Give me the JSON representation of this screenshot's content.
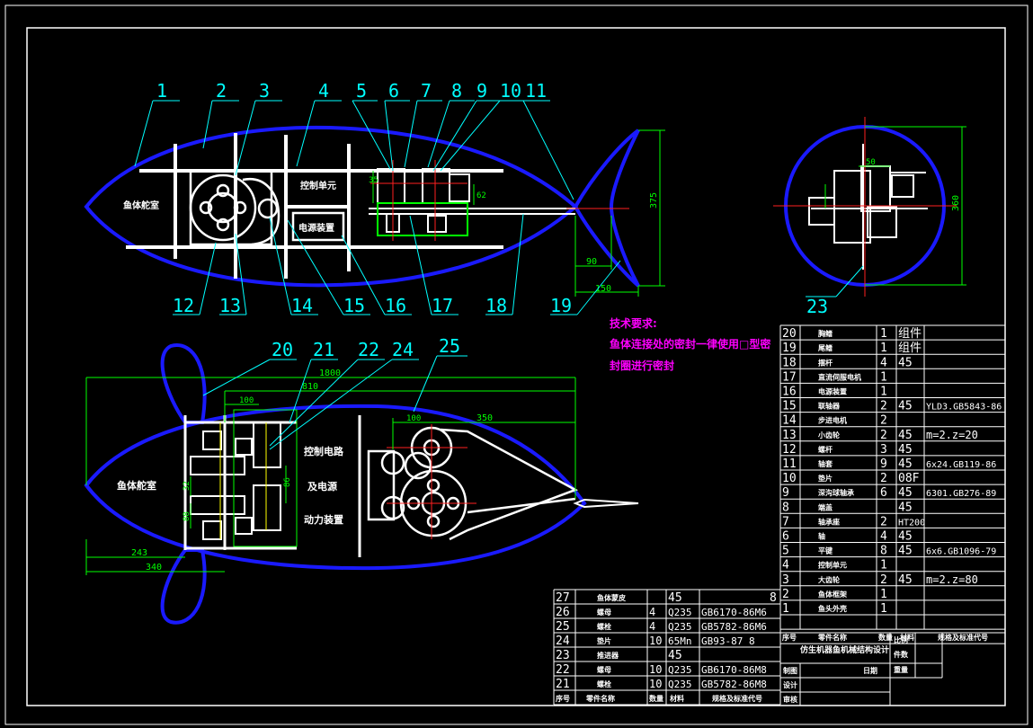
{
  "colors": {
    "background": "#000000",
    "frame": "#ffffff",
    "outline": "#1a1aff",
    "leader": "#00ffff",
    "dimension": "#00ff00",
    "center": "#ff2020",
    "note": "#ff00ff",
    "part": "#ffffff",
    "hidden": "#ffff00"
  },
  "balloons": {
    "top": [
      "1",
      "2",
      "3",
      "4",
      "5",
      "6",
      "7",
      "8",
      "9",
      "10",
      "11"
    ],
    "bottom": [
      "12",
      "13",
      "14",
      "15",
      "16",
      "17",
      "18",
      "19"
    ],
    "section": [
      "23"
    ],
    "plan": [
      "20",
      "21",
      "22",
      "24",
      "25"
    ]
  },
  "side_view_labels": {
    "head": "鱼体舵室",
    "control": "控制单元",
    "power": "电源装置"
  },
  "plan_view_labels": {
    "head": "鱼体舵室",
    "ctrl1": "控制电路",
    "ctrl2": "及电源",
    "ctrl3": "动力装置"
  },
  "dimensions": {
    "d375": "375",
    "d90": "90",
    "d150": "150",
    "d35": "35",
    "d62": "62",
    "d360": "360",
    "d50": "50",
    "d1800": "1800",
    "d810": "810",
    "d100a": "100",
    "d100b": "100",
    "d350": "350",
    "d243": "243",
    "d340": "340",
    "d32": "32",
    "d88": "88",
    "d86": "86"
  },
  "tech_notes": {
    "title": "技术要求:",
    "line1": "鱼体连接处的密封一律使用□型密",
    "line2": "封圈进行密封"
  },
  "bom_right": [
    {
      "no": "20",
      "name": "胸鳍",
      "qty": "1",
      "mat": "组件",
      "std": ""
    },
    {
      "no": "19",
      "name": "尾鳍",
      "qty": "1",
      "mat": "组件",
      "std": ""
    },
    {
      "no": "18",
      "name": "摆杆",
      "qty": "4",
      "mat": "45",
      "std": ""
    },
    {
      "no": "17",
      "name": "直流伺服电机",
      "qty": "1",
      "mat": "",
      "std": ""
    },
    {
      "no": "16",
      "name": "电源装置",
      "qty": "1",
      "mat": "",
      "std": ""
    },
    {
      "no": "15",
      "name": "联轴器",
      "qty": "2",
      "mat": "45",
      "std": "YLD3.GB5843-86"
    },
    {
      "no": "14",
      "name": "步进电机",
      "qty": "2",
      "mat": "",
      "std": ""
    },
    {
      "no": "13",
      "name": "小齿轮",
      "qty": "2",
      "mat": "45",
      "std": "m=2.z=20"
    },
    {
      "no": "12",
      "name": "螺杆",
      "qty": "3",
      "mat": "45",
      "std": ""
    },
    {
      "no": "11",
      "name": "轴套",
      "qty": "9",
      "mat": "45",
      "std": "6x24.GB119-86"
    },
    {
      "no": "10",
      "name": "垫片",
      "qty": "2",
      "mat": "08F",
      "std": ""
    },
    {
      "no": "9",
      "name": "深沟球轴承",
      "qty": "6",
      "mat": "45",
      "std": "6301.GB276-89"
    },
    {
      "no": "8",
      "name": "端盖",
      "qty": "",
      "mat": "45",
      "std": ""
    },
    {
      "no": "7",
      "name": "轴承座",
      "qty": "2",
      "mat": "HT200",
      "std": ""
    },
    {
      "no": "6",
      "name": "轴",
      "qty": "4",
      "mat": "45",
      "std": ""
    },
    {
      "no": "5",
      "name": "平键",
      "qty": "8",
      "mat": "45",
      "std": "6x6.GB1096-79"
    },
    {
      "no": "4",
      "name": "控制单元",
      "qty": "1",
      "mat": "",
      "std": ""
    },
    {
      "no": "3",
      "name": "大齿轮",
      "qty": "2",
      "mat": "45",
      "std": "m=2.z=80"
    },
    {
      "no": "2",
      "name": "鱼体框架",
      "qty": "1",
      "mat": "",
      "std": ""
    },
    {
      "no": "1",
      "name": "鱼头外壳",
      "qty": "1",
      "mat": "",
      "std": ""
    }
  ],
  "bom_right_header": {
    "no": "序号",
    "name": "零件名称",
    "qty": "数量",
    "mat": "材料",
    "std": "规格及标准代号"
  },
  "bom_left": [
    {
      "no": "27",
      "name": "鱼体蒙皮",
      "qty": "",
      "mat": "45",
      "std": "",
      "x": "8"
    },
    {
      "no": "26",
      "name": "螺母",
      "qty": "4",
      "mat": "Q235",
      "std": "GB6170-86M6",
      "x": ""
    },
    {
      "no": "25",
      "name": "螺栓",
      "qty": "4",
      "mat": "Q235",
      "std": "GB5782-86M6",
      "x": ""
    },
    {
      "no": "24",
      "name": "垫片",
      "qty": "10",
      "mat": "65Mn",
      "std": "GB93-87 8",
      "x": ""
    },
    {
      "no": "23",
      "name": "推进器",
      "qty": "",
      "mat": "45",
      "std": "",
      "x": ""
    },
    {
      "no": "22",
      "name": "螺母",
      "qty": "10",
      "mat": "Q235",
      "std": "GB6170-86M8",
      "x": ""
    },
    {
      "no": "21",
      "name": "螺栓",
      "qty": "10",
      "mat": "Q235",
      "std": "GB5782-86M8",
      "x": ""
    }
  ],
  "bom_left_header": {
    "no": "序号",
    "name": "零件名称",
    "qty": "数量",
    "mat": "材料",
    "std": "规格及标准代号"
  },
  "title_block": {
    "title": "仿生机器鱼机械结构设计",
    "scale": "比例",
    "parts": "件数",
    "weight": "重量",
    "draw": "制图",
    "date": "日期",
    "design": "设计",
    "check": "审核"
  }
}
